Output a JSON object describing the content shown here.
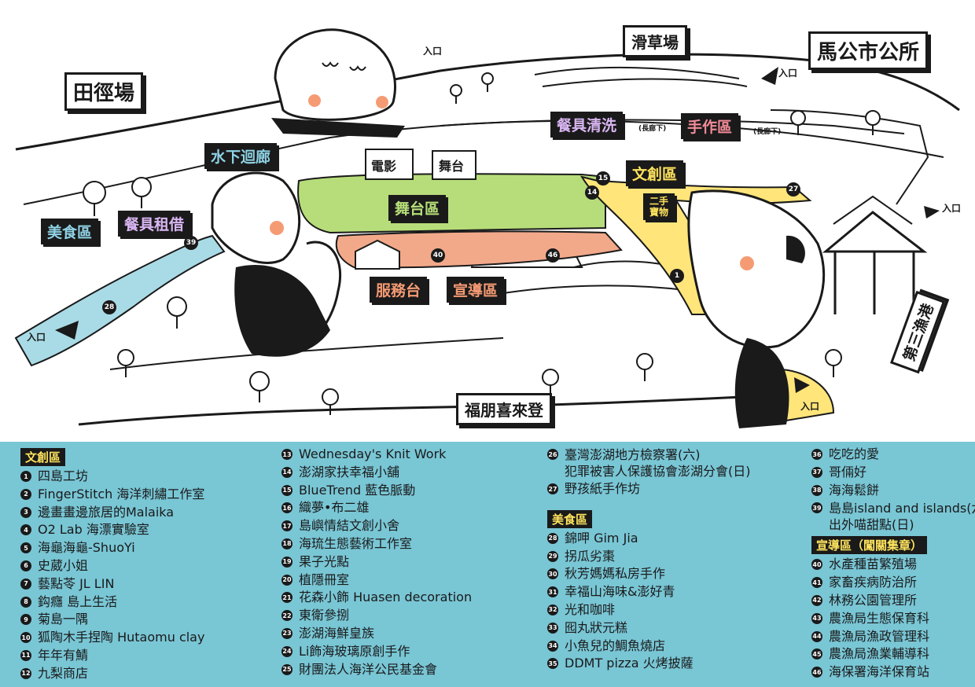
{
  "map": {
    "labels": {
      "track_field": "田徑場",
      "grass_slide": "滑草場",
      "city_office": "馬公市公所",
      "underwater_corridor": "水下迴廊",
      "food_area": "美食區",
      "utensil_rental": "餐具租借",
      "utensil_washing": "餐具清洗",
      "utensil_washing_note": "(長廊下)",
      "handcraft_area": "手作區",
      "handcraft_note": "(長廊下)",
      "creative_area": "文創區",
      "second_hand": "二手\n寶物",
      "stage_area": "舞台區",
      "movie_sign": "電影",
      "dance_sign": "舞台",
      "service_desk": "服務台",
      "promotion_area": "宣導區",
      "fupeng": "福朋喜來登",
      "third_fishing_port": "第三漁港",
      "entrance": "入口"
    },
    "markers": {
      "m39": "39",
      "m28": "28",
      "m40": "40",
      "m46": "46",
      "m15": "15",
      "m14": "14",
      "m27": "27",
      "m1": "1"
    }
  },
  "legend": {
    "creative_title": "文創區",
    "col1": [
      {
        "n": "1",
        "t": "四島工坊"
      },
      {
        "n": "2",
        "t": "FingerStitch 海洋刺繡工作室"
      },
      {
        "n": "3",
        "t": "邊畫畫邊旅居的Malaika"
      },
      {
        "n": "4",
        "t": "O2 Lab 海漂實驗室"
      },
      {
        "n": "5",
        "t": "海龜海龜-ShuoYi"
      },
      {
        "n": "6",
        "t": "史葳小姐"
      },
      {
        "n": "7",
        "t": "藝點苓 JL LIN"
      },
      {
        "n": "8",
        "t": "鈎癮 島上生活"
      },
      {
        "n": "9",
        "t": "菊島一隅"
      },
      {
        "n": "10",
        "t": "狐陶木手捏陶 Hutaomu clay"
      },
      {
        "n": "11",
        "t": "年年有鯖"
      },
      {
        "n": "12",
        "t": "九梨商店"
      }
    ],
    "col2": [
      {
        "n": "13",
        "t": "Wednesday's Knit Work"
      },
      {
        "n": "14",
        "t": "澎湖家扶幸福小舖"
      },
      {
        "n": "15",
        "t": "BlueTrend 藍色脈動"
      },
      {
        "n": "16",
        "t": "織夢•布二雄"
      },
      {
        "n": "17",
        "t": "島嶼情結文創小舍"
      },
      {
        "n": "18",
        "t": "海琉生態藝術工作室"
      },
      {
        "n": "19",
        "t": "果子光點"
      },
      {
        "n": "20",
        "t": "植隱冊室"
      },
      {
        "n": "21",
        "t": "花森小飾 Huasen decoration"
      },
      {
        "n": "22",
        "t": "東衛參捌"
      },
      {
        "n": "23",
        "t": "澎湖海鮮皇族"
      },
      {
        "n": "24",
        "t": "Li飾海玻璃原創手作"
      },
      {
        "n": "25",
        "t": "財團法人海洋公民基金會"
      }
    ],
    "col3a": [
      {
        "n": "26",
        "t": "臺灣澎湖地方檢察署(六)\n犯罪被害人保護協會澎湖分會(日)"
      },
      {
        "n": "27",
        "t": "野孩紙手作坊"
      }
    ],
    "food_title": "美食區",
    "col3b": [
      {
        "n": "28",
        "t": "錦呷 Gim Jia"
      },
      {
        "n": "29",
        "t": "拐瓜劣棗"
      },
      {
        "n": "30",
        "t": "秋芳媽媽私房手作"
      },
      {
        "n": "31",
        "t": "幸福山海味&澎好青"
      },
      {
        "n": "32",
        "t": "光和咖啡"
      },
      {
        "n": "33",
        "t": "囮丸狀元糕"
      },
      {
        "n": "34",
        "t": "小魚兒的鯛魚燒店"
      },
      {
        "n": "35",
        "t": "DDMT pizza 火烤披薩"
      }
    ],
    "col4a": [
      {
        "n": "36",
        "t": "吃吃的愛"
      },
      {
        "n": "37",
        "t": "哥倆好"
      },
      {
        "n": "38",
        "t": "海海鬆餅"
      },
      {
        "n": "39",
        "t": "島島island and islands(六)\n出外喵甜點(日)"
      }
    ],
    "promo_title": "宣導區（闖關集章）",
    "col4b": [
      {
        "n": "40",
        "t": "水產種苗繁殖場"
      },
      {
        "n": "41",
        "t": "家畜疾病防治所"
      },
      {
        "n": "42",
        "t": "林務公園管理所"
      },
      {
        "n": "43",
        "t": "農漁局生態保育科"
      },
      {
        "n": "44",
        "t": "農漁局漁政管理科"
      },
      {
        "n": "45",
        "t": "農漁局漁業輔導科"
      },
      {
        "n": "46",
        "t": "海保署海洋保育站"
      }
    ]
  },
  "colors": {
    "legend_bg": "#79c6d5",
    "stage_green": "#b7dd7a",
    "service_orange": "#f2a98a",
    "creative_yellow": "#ffe57a",
    "water_blue": "#a9dbe6",
    "ink": "#1a1a1a"
  }
}
